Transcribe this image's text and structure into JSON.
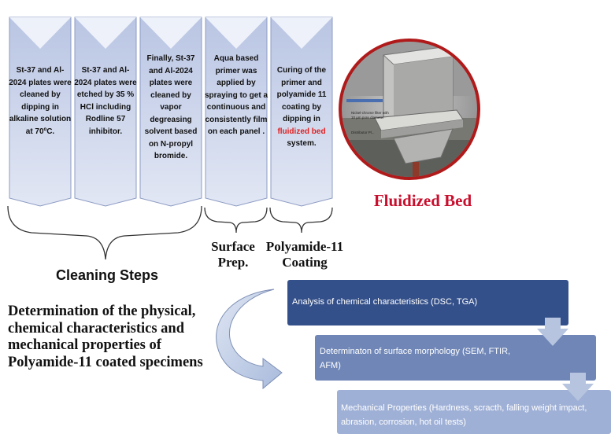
{
  "steps": [
    {
      "text": "St-37 and Al-2024 plates were cleaned by dipping in alkaline solution at 70ºC."
    },
    {
      "text": "St-37 and Al-2024 plates were etched by 35 % HCl including Rodline 57 inhibitor."
    },
    {
      "text": "Finally, St-37 and Al-2024 plates were cleaned by vapor degreasing solvent based on N-propyl bromide."
    },
    {
      "text": "Aqua based primer was applied by spraying to get a continuous and consistently film on each panel ."
    },
    {
      "text_before": "Curing of the primer and polyamide 11 coating by dipping in ",
      "text_highlight": "fluidized bed",
      "text_after": " system."
    }
  ],
  "labels": {
    "cleaning_steps": "Cleaning Steps",
    "surface_prep_line1": "Surface",
    "surface_prep_line2": "Prep.",
    "polyamide_line1": "Polyamide-11",
    "polyamide_line2": "Coating",
    "fluidized_bed": "Fluidized Bed",
    "determination": "Determination of the physical, chemical characteristics and mechanical properties of Polyamide-11 coated specimens"
  },
  "photo": {
    "caption_small_1": "Nickel-chrome filter with",
    "caption_small_2": "10 µm pore diameter",
    "caption_small_3": "Distributor Pl..."
  },
  "analysis_boxes": [
    {
      "text": "Analysis of chemical characteristics (DSC, TGA)"
    },
    {
      "text": "Determinaton of surface morphology (SEM, FTIR, AFM)"
    },
    {
      "text": "Mechanical Properties (Hardness, scracth, falling weight impact, abrasion, corrosion, hot oil tests)"
    }
  ],
  "colors": {
    "step_fill_top": "#b9c5e3",
    "step_fill_bottom": "#dfe5f3",
    "highlight": "#e02020",
    "fluidized_bed": "#c8102e",
    "box1": "#34508a",
    "box2": "#6f86b7",
    "box3": "#9fb0d6",
    "arrow_down": "#b6c4df"
  }
}
